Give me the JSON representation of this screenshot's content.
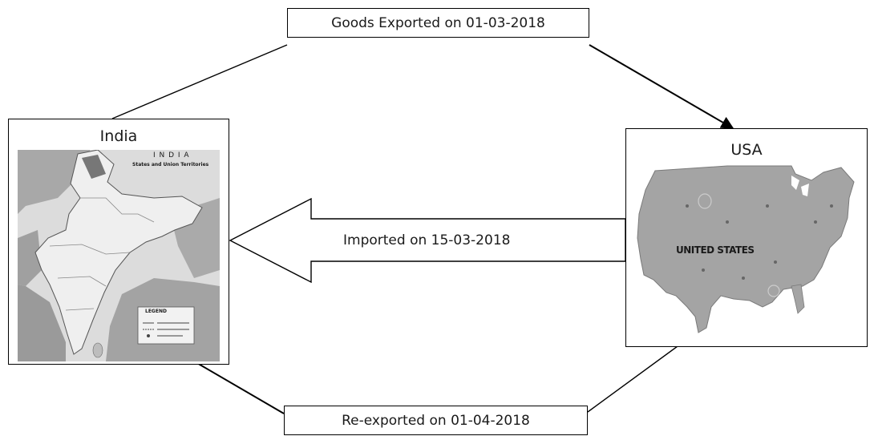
{
  "labels": {
    "export": "Goods Exported on 01-03-2018",
    "import": "Imported on 15-03-2018",
    "reexport": "Re-exported on 01-04-2018"
  },
  "countries": {
    "india": {
      "title": "India",
      "map_title": "I N D I A",
      "map_subtitle": "States and Union Territories",
      "legend_title": "LEGEND"
    },
    "usa": {
      "title": "USA",
      "map_label": "UNITED STATES"
    }
  },
  "colors": {
    "line": "#000000",
    "map_land": "#9e9e9e",
    "map_light": "#e2e2e2",
    "map_sea": "#c9c9c9"
  }
}
